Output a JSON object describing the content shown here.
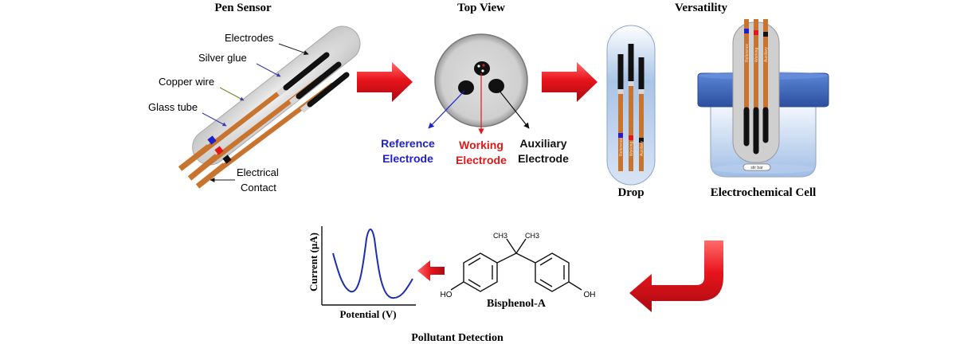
{
  "titles": {
    "pen_sensor": "Pen Sensor",
    "top_view": "Top View",
    "versatility": "Versatility",
    "drop": "Drop",
    "electrochemical_cell": "Electrochemical Cell",
    "pollutant_detection": "Pollutant Detection"
  },
  "pen_labels": {
    "electrodes": "Electrodes",
    "silver_glue": "Silver glue",
    "copper_wire": "Copper wire",
    "glass_tube": "Glass tube",
    "electrical_contact_line1": "Electrical",
    "electrical_contact_line2": "Contact"
  },
  "top_view_labels": {
    "reference_line1": "Reference",
    "reference_line2": "Electrode",
    "working_line1": "Working",
    "working_line2": "Electrode",
    "auxiliary_line1": "Auxiliary",
    "auxiliary_line2": "Electrode"
  },
  "strip_labels": [
    "Reference",
    "Working",
    "Auxiliary"
  ],
  "stir_bar_label": "stir bar",
  "molecule": {
    "name": "Bisphenol-A",
    "methyl_left": "CH3",
    "methyl_right": "CH3",
    "hydroxyl_left": "HO",
    "hydroxyl_right": "OH"
  },
  "voltammogram": {
    "ylabel": "Current (μA)",
    "xlabel": "Potential (V)"
  },
  "colors": {
    "arrow_red": "#e8141c",
    "copper": "#c8742e",
    "reference_blue": "#1f1fd0",
    "working_red": "#e01818",
    "auxiliary_black": "#111111",
    "cell_lid_blue": "#3f69c4",
    "curve_blue": "#1a2fb0"
  }
}
